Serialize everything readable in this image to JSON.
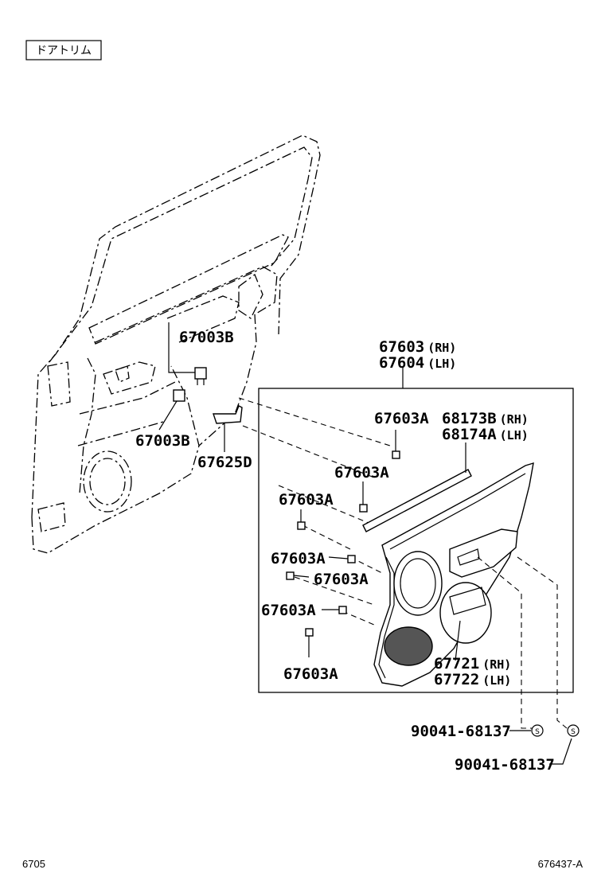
{
  "section_title": "ドアトリム",
  "footer": {
    "left": "6705",
    "right": "676437-A"
  },
  "labels": {
    "p67003b_top": "67003B",
    "p67003b_bottom": "67003B",
    "p67625d": "67625D",
    "p67603_num": "67603",
    "p67603_side": "(RH)",
    "p67604_num": "67604",
    "p67604_side": "(LH)",
    "p68173b_num": "68173B",
    "p68173b_side": "(RH)",
    "p68174a_num": "68174A",
    "p68174a_side": "(LH)",
    "clip_1": "67603A",
    "clip_2": "67603A",
    "clip_3": "67603A",
    "clip_4": "67603A",
    "clip_5": "67603A",
    "clip_6": "67603A",
    "clip_7": "67603A",
    "p67721_num": "67721",
    "p67721_side": "(RH)",
    "p67722_num": "67722",
    "p67722_side": "(LH)",
    "screw_1": "90041-68137",
    "screw_2": "90041-68137",
    "screw_mark": "S"
  }
}
